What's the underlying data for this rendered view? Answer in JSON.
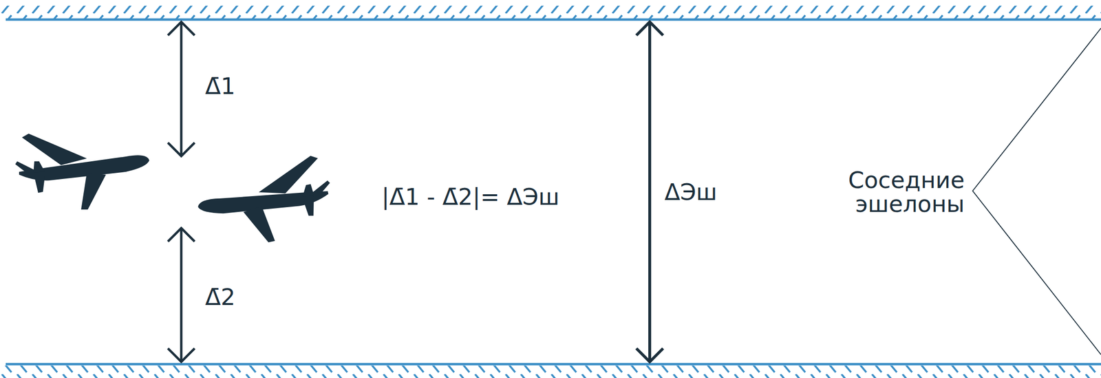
{
  "diagram": {
    "labels": [
      "Δ̄1",
      "Δ̄2",
      "|Δ̄1 - Δ̄2|= ΔЭш",
      "ΔЭш",
      "Соседние эшелоны"
    ]
  }
}
